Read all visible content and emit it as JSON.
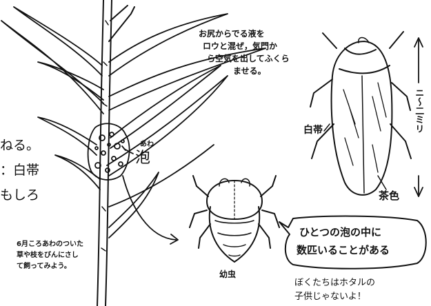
{
  "labels": {
    "cut_off_1": "ねる。",
    "cut_off_2": "：白帯",
    "cut_off_3": "もしろ",
    "anus_note_lines": [
      "お尻からでる液を",
      "ロウと混ぜ，気門か",
      "ら空気を出してふくら",
      "ませる。"
    ],
    "foam_small": "あわ",
    "foam_big": "泡",
    "white_band": "白帯",
    "brown": "茶色",
    "size": "ニ〜二ミリ",
    "larva": "幼虫",
    "rearing_note_lines": [
      "6月ころあわのついた",
      "草や枝をびんにさし",
      "て飼ってみよう。"
    ],
    "bubble_lines": [
      "ひとつの泡の中に",
      "数匹いることがある"
    ],
    "footer_lines": [
      "ぼくたちはホタルの",
      "子供じゃないよ！"
    ]
  }
}
